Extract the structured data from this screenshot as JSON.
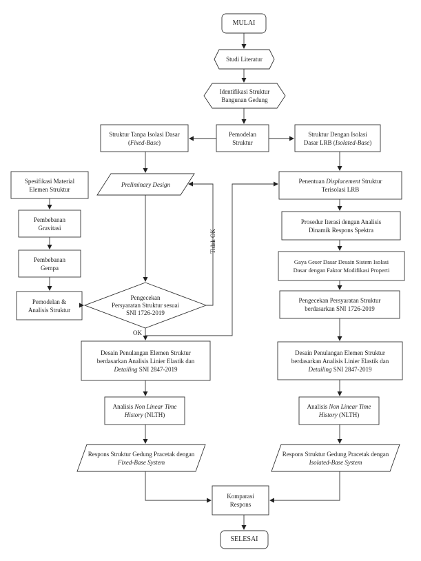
{
  "nodes": {
    "mulai": "MULAI",
    "studi": "Studi Literatur",
    "identifikasi_1": "Identifikasi Struktur",
    "identifikasi_2": "Bangunan Gedung",
    "pemodelan_1": "Pemodelan",
    "pemodelan_2": "Struktur",
    "fixed_1": "Struktur Tanpa Isolasi Dasar",
    "fixed_2a": "(",
    "fixed_2b": "Fixed-Base",
    "fixed_2c": ")",
    "iso_1": "Struktur Dengan Isolasi",
    "iso_2a": "Dasar LRB (",
    "iso_2b": "Isolated-Base",
    "iso_2c": ")",
    "spesifikasi_1": "Spesifikasi Material",
    "spesifikasi_2": "Elemen Struktur",
    "preliminary": "Preliminary Design",
    "penentuan_1a": "Penentuan ",
    "penentuan_1b": "Displacement",
    "penentuan_1c": " Struktur",
    "penentuan_2": "Terisolasi LRB",
    "grav_1": "Pembebanan",
    "grav_2": "Gravitasi",
    "prosedur_1": "Prosedur Iterasi dengan Analisis",
    "prosedur_2": "Dinamik Respons Spektra",
    "gempa_1": "Pembebanan",
    "gempa_2": "Gempa",
    "gaya_1": "Gaya Geser Dasar Desain Sistem Isolasi",
    "gaya_2": "Dasar dengan Faktor Modifikasi Properti",
    "pemodelan_analisis_1": "Pemodelan &",
    "pemodelan_analisis_2": "Analisis Struktur",
    "cek_left_1": "Pengecekan",
    "cek_left_2": "Persyaratan Struktur sesuai",
    "cek_left_3": "SNI 1726-2019",
    "cek_right_1": "Pengecekan Persyaratan Struktur",
    "cek_right_2": "berdasarkan SNI 1726-2019",
    "desain_1": "Desain Penulangan Elemen Struktur",
    "desain_2": "berdasarkan  Analisis Linier Elastik dan",
    "desain_3a": "Detailing",
    "desain_3b": " SNI 2847-2019",
    "nlth_1a": "Analisis ",
    "nlth_1b": "Non Linear Time",
    "nlth_2a": "History",
    "nlth_2b": " (NLTH)",
    "respons_fixed_1": "Respons Struktur Gedung Pracetak dengan",
    "respons_fixed_2": "Fixed-Base System",
    "respons_iso_1": "Respons Struktur Gedung Pracetak dengan",
    "respons_iso_2": "Isolated-Base System",
    "komparasi_1": "Komparasi",
    "komparasi_2": "Respons",
    "selesai": "SELESAI"
  },
  "labels": {
    "tidak_ok": "Tidak OK",
    "ok": "OK"
  }
}
